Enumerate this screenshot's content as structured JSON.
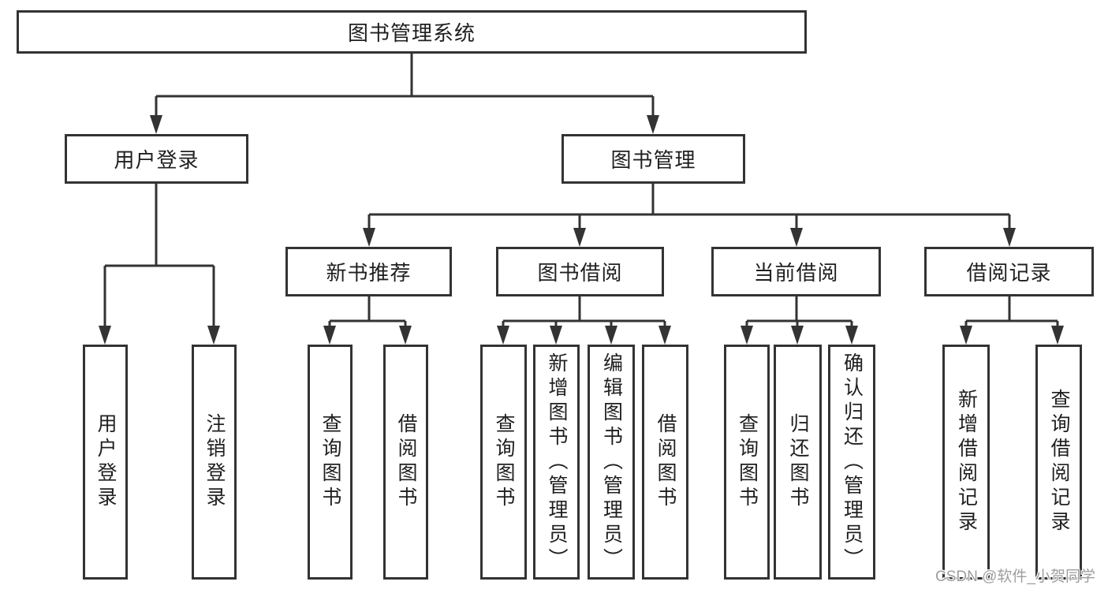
{
  "diagram_title": "图书管理系统",
  "nodes": {
    "root": "图书管理系统",
    "user_login": "用户登录",
    "book_management": "图书管理",
    "new_book_recommend": "新书推荐",
    "book_borrow": "图书借阅",
    "current_borrow": "当前借阅",
    "borrow_record": "借阅记录",
    "leaf_user_login": "用户登录",
    "leaf_logout_login": "注销登录",
    "leaf_query_book_recommend": "查询图书",
    "leaf_borrow_book_recommend": "借阅图书",
    "leaf_query_book_borrow": "查询图书",
    "leaf_add_book_admin": "新增图书（管理员）",
    "leaf_edit_book_admin": "编辑图书（管理员）",
    "leaf_borrow_book_borrow": "借阅图书",
    "leaf_query_book_current": "查询图书",
    "leaf_return_book": "归还图书",
    "leaf_confirm_return_admin": "确认归还（管理员）",
    "leaf_add_borrow_record": "新增借阅记录",
    "leaf_query_borrow_record": "查询借阅记录"
  },
  "edges": [
    {
      "from": "root",
      "to": [
        "user_login",
        "book_management"
      ]
    },
    {
      "from": "user_login",
      "to": [
        "leaf_user_login",
        "leaf_logout_login"
      ]
    },
    {
      "from": "book_management",
      "to": [
        "new_book_recommend",
        "book_borrow",
        "current_borrow",
        "borrow_record"
      ]
    },
    {
      "from": "new_book_recommend",
      "to": [
        "leaf_query_book_recommend",
        "leaf_borrow_book_recommend"
      ]
    },
    {
      "from": "book_borrow",
      "to": [
        "leaf_query_book_borrow",
        "leaf_add_book_admin",
        "leaf_edit_book_admin",
        "leaf_borrow_book_borrow"
      ]
    },
    {
      "from": "current_borrow",
      "to": [
        "leaf_query_book_current",
        "leaf_return_book",
        "leaf_confirm_return_admin"
      ]
    },
    {
      "from": "borrow_record",
      "to": [
        "leaf_add_borrow_record",
        "leaf_query_borrow_record"
      ]
    }
  ],
  "watermark": "CSDN @软件_小贺同学",
  "colors": {
    "line": "#333333",
    "box_border": "#333333",
    "text": "#1f1f1f",
    "watermark": "#9e9e9e",
    "background": "#ffffff"
  }
}
